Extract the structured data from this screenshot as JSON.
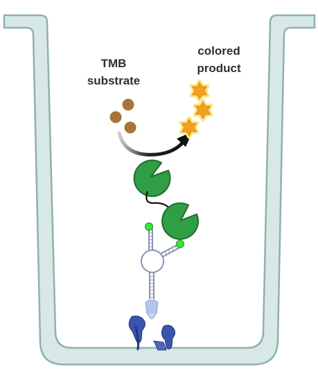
{
  "labels": {
    "substrate_line1": "TMB",
    "substrate_line2": "substrate",
    "product_line1": "colored",
    "product_line2": "product"
  },
  "colors": {
    "well_fill": "#d7e8e7",
    "well_stroke": "#8fb0ae",
    "substrate_dot": "#a8743a",
    "product_star": "#f0a022",
    "product_glow": "#fde68a",
    "enzyme_green": "#2f9e44",
    "enzyme_outline": "#1f6d2e",
    "anchor_green": "#39e639",
    "aptamer_stroke": "#8a94b0",
    "analyte_blue": "#3a55b0",
    "arrow": "#111111"
  },
  "icons": {
    "substrate": "brown-dot-cluster-icon",
    "product": "orange-star-icon",
    "enzyme": "green-pacman-enzyme-icon",
    "aptamer": "dna-aptamer-icon",
    "analyte": "blue-antibody-icon"
  }
}
